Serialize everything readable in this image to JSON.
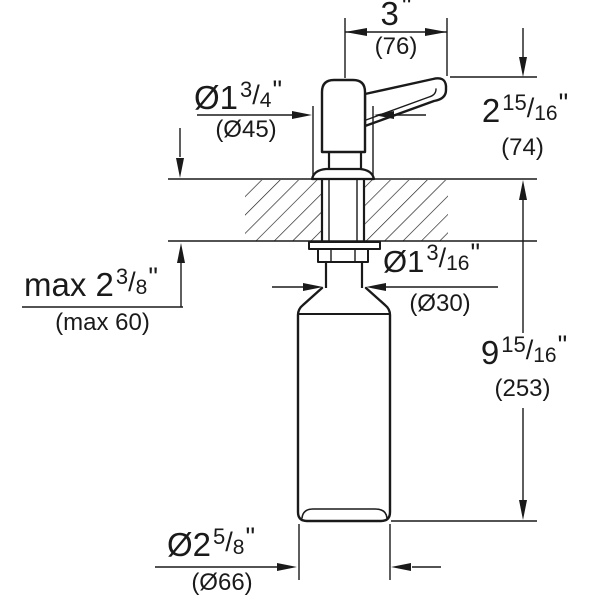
{
  "colors": {
    "line": "#1a1a1a",
    "background": "#ffffff"
  },
  "dimensions": {
    "spout_reach": {
      "main": "3",
      "num": "",
      "slash": "",
      "den": "",
      "unit": "\"",
      "metric": "(76)"
    },
    "pump_diameter": {
      "main": "Ø1",
      "num": "3",
      "slash": "/",
      "den": "4",
      "unit": "\"",
      "metric": "(Ø45)"
    },
    "height_above_deck": {
      "main": "2",
      "num": "15",
      "slash": "/",
      "den": "16",
      "unit": "\"",
      "metric": "(74)"
    },
    "max_deck_thickness": {
      "main": "max 2",
      "num": "3",
      "slash": "/",
      "den": "8",
      "unit": "\"",
      "metric": "(max 60)"
    },
    "shank_diameter": {
      "main": "Ø1",
      "num": "3",
      "slash": "/",
      "den": "16",
      "unit": "\"",
      "metric": "(Ø30)"
    },
    "depth_below_deck": {
      "main": "9",
      "num": "15",
      "slash": "/",
      "den": "16",
      "unit": "\"",
      "metric": "(253)"
    },
    "bottle_diameter": {
      "main": "Ø2",
      "num": "5",
      "slash": "/",
      "den": "8",
      "unit": "\"",
      "metric": "(Ø66)"
    }
  }
}
